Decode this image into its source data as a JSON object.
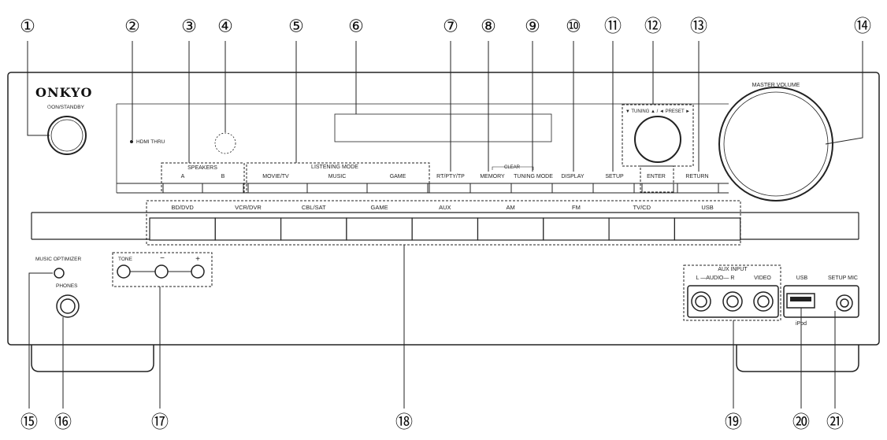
{
  "brand": "ONKYO",
  "power_label": "⏻ON/STANDBY",
  "hdmi_thru_label": "HDMI THRU",
  "speakers": {
    "title": "SPEAKERS",
    "a": "A",
    "b": "B"
  },
  "listening_mode": {
    "title": "LISTENING MODE",
    "movie": "MOVIE/TV",
    "music": "MUSIC",
    "game": "GAME"
  },
  "top_buttons": {
    "rt": "RT/PTY/TP",
    "memory": "MEMORY",
    "clear": "CLEAR",
    "tuning_mode": "TUNING MODE",
    "display": "DISPLAY",
    "setup": "SETUP",
    "enter": "ENTER",
    "return": "RETURN"
  },
  "tuning_preset_label": "▼ TUNING ▲  /  ◄ PRESET ►",
  "master_volume_label": "MASTER VOLUME",
  "sources": [
    "BD/DVD",
    "VCR/DVR",
    "CBL/SAT",
    "GAME",
    "AUX",
    "AM",
    "FM",
    "TV/CD",
    "USB"
  ],
  "music_optimizer_label": "MUSIC OPTIMIZER",
  "phones_label": "PHONES",
  "tone": {
    "title": "TONE",
    "minus": "−",
    "plus": "+"
  },
  "aux_input": {
    "title": "AUX INPUT",
    "audio": "L —AUDIO— R",
    "video": "VIDEO"
  },
  "usb_label": "USB",
  "ipod_label": "iPod",
  "setup_mic_label": "SETUP MIC",
  "callouts": [
    "①",
    "②",
    "③",
    "④",
    "⑤",
    "⑥",
    "⑦",
    "⑧",
    "⑨",
    "⑩",
    "⑪",
    "⑫",
    "⑬",
    "⑭",
    "⑮",
    "⑯",
    "⑰",
    "⑱",
    "⑲",
    "⑳",
    "㉑"
  ]
}
